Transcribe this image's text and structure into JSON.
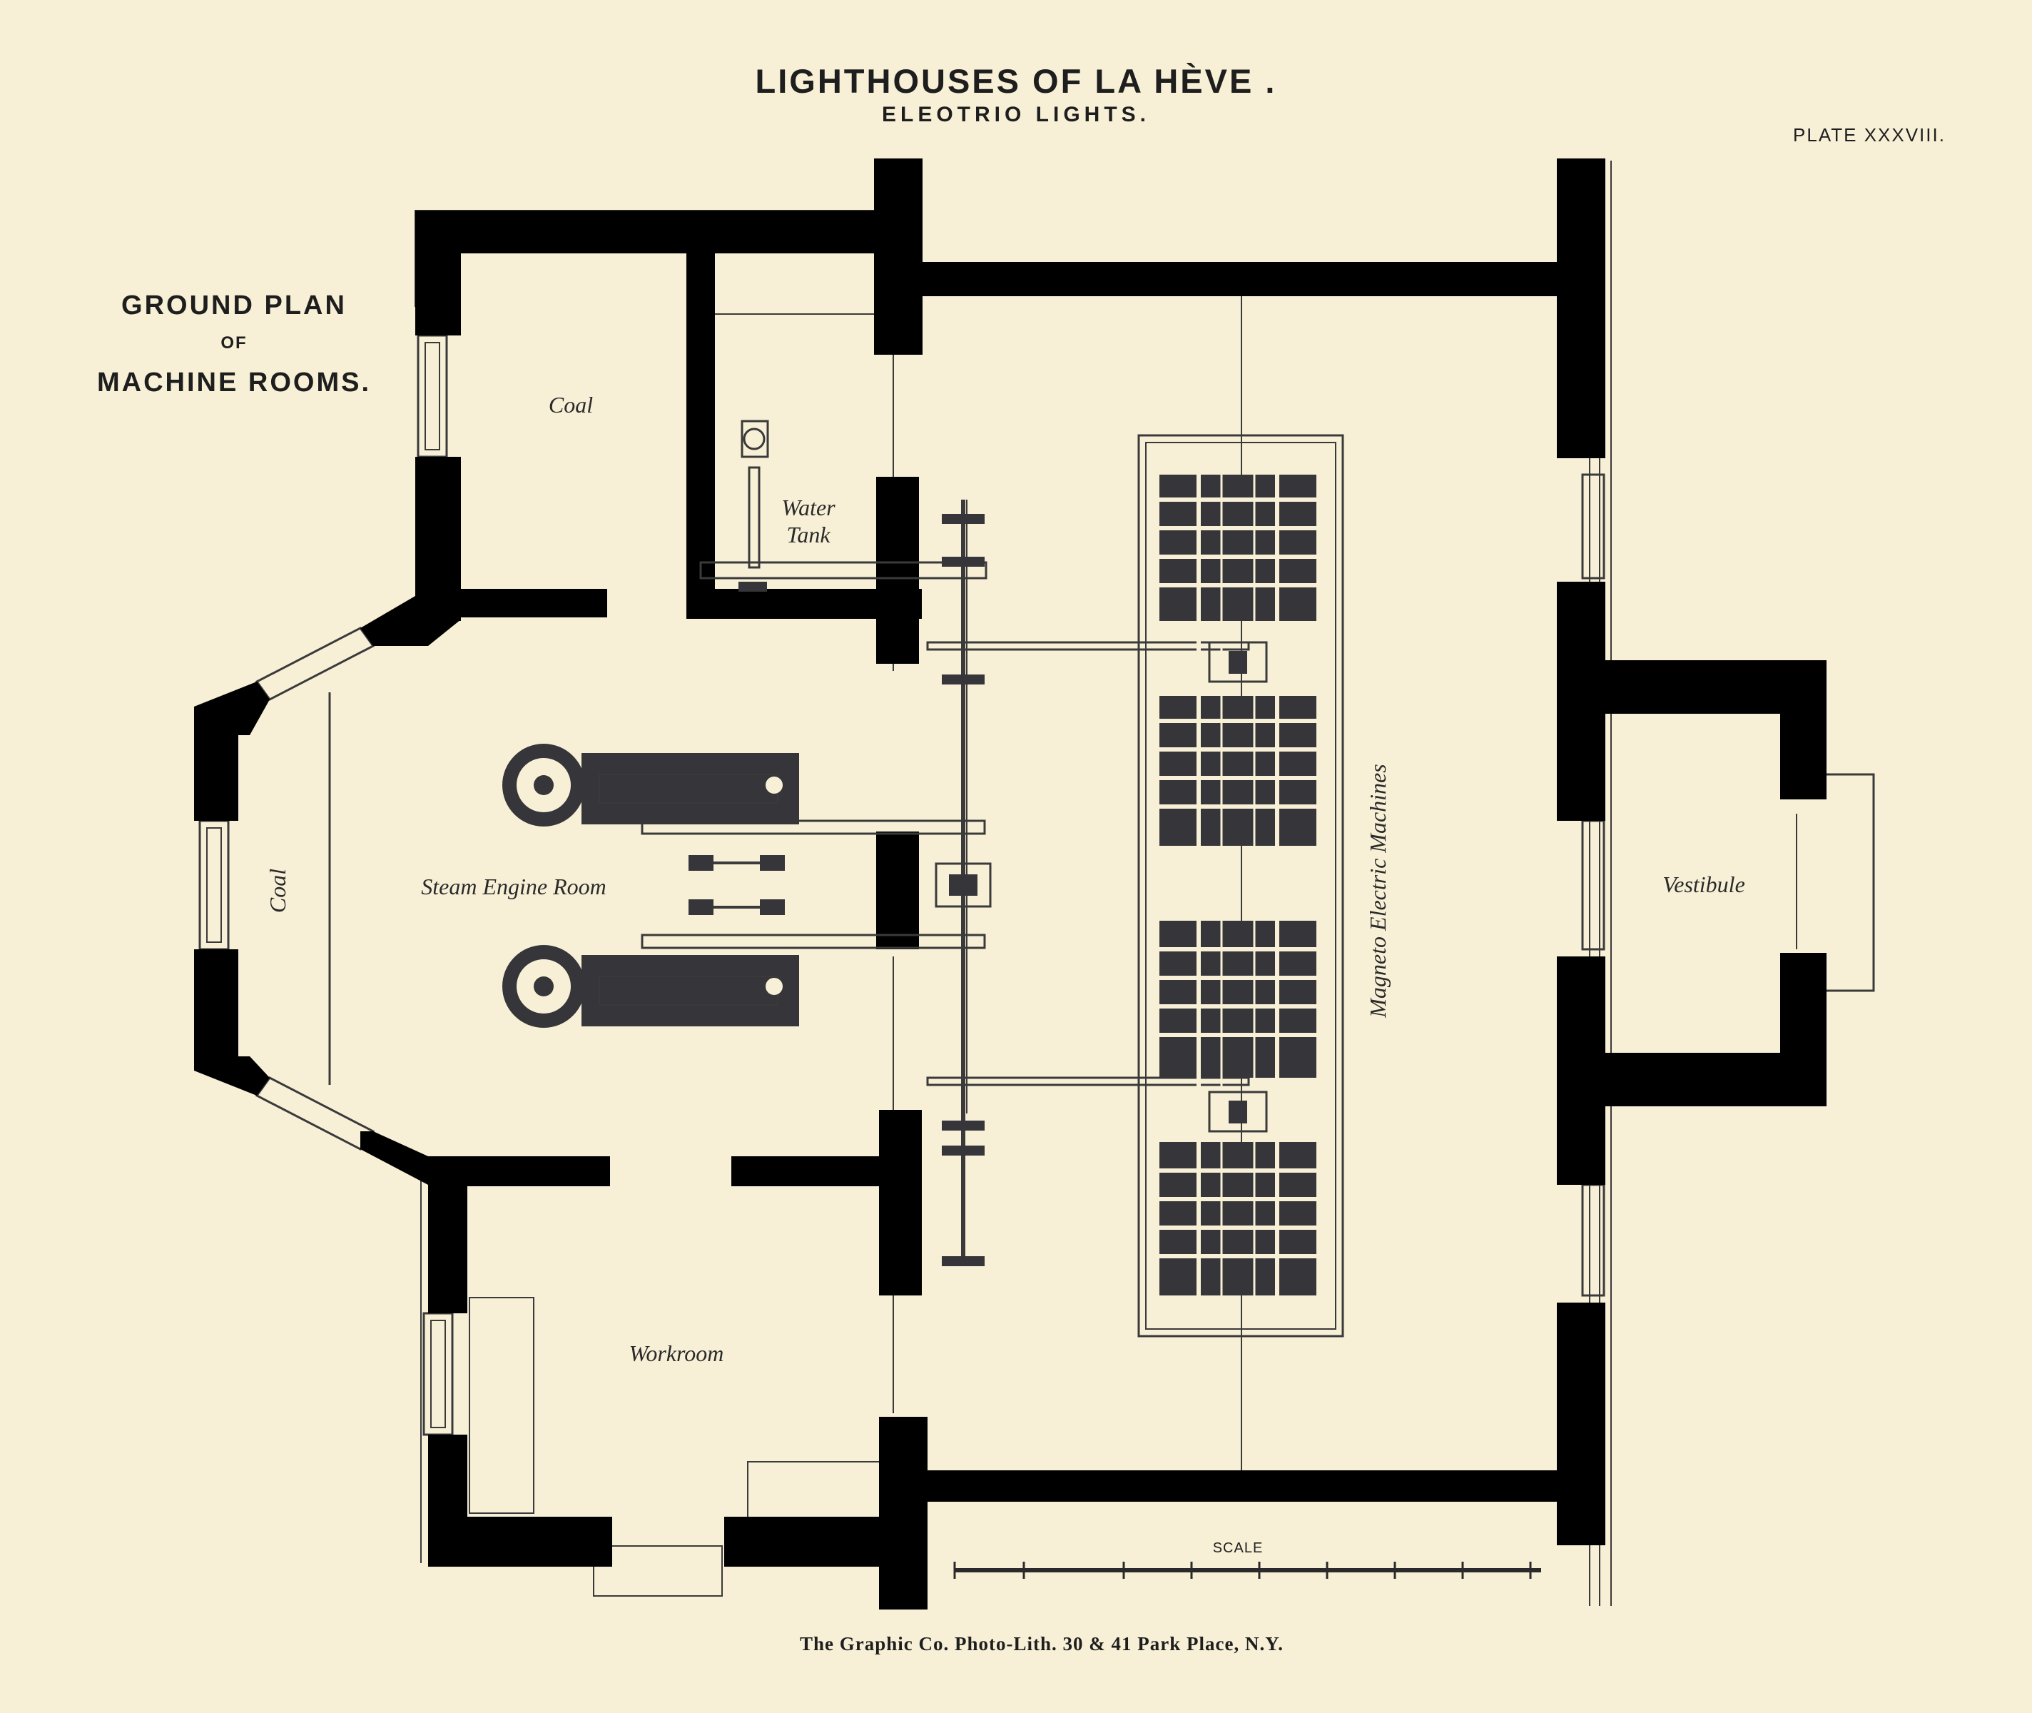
{
  "header": {
    "title": "LIGHTHOUSES OF LA HÈVE .",
    "subtitle": "ELEOTRIO LIGHTS.",
    "plate_number": "PLATE XXXVIII."
  },
  "plan_title": {
    "line1": "GROUND PLAN",
    "line2": "OF",
    "line3": "MACHINE ROOMS."
  },
  "rooms": {
    "coal_upper": "Coal",
    "coal_side": "Coal",
    "water_tank_line1": "Water",
    "water_tank_line2": "Tank",
    "steam_engine_room": "Steam Engine Room",
    "magneto_machines": "Magneto Electric Machines",
    "vestibule": "Vestibule",
    "workroom": "Workroom"
  },
  "scale_label": "SCALE",
  "imprint": "The Graphic Co. Photo-Lith. 30 & 41 Park Place, N.Y.",
  "colors": {
    "paper": "#f7f0d6",
    "ink": "#35353a"
  }
}
